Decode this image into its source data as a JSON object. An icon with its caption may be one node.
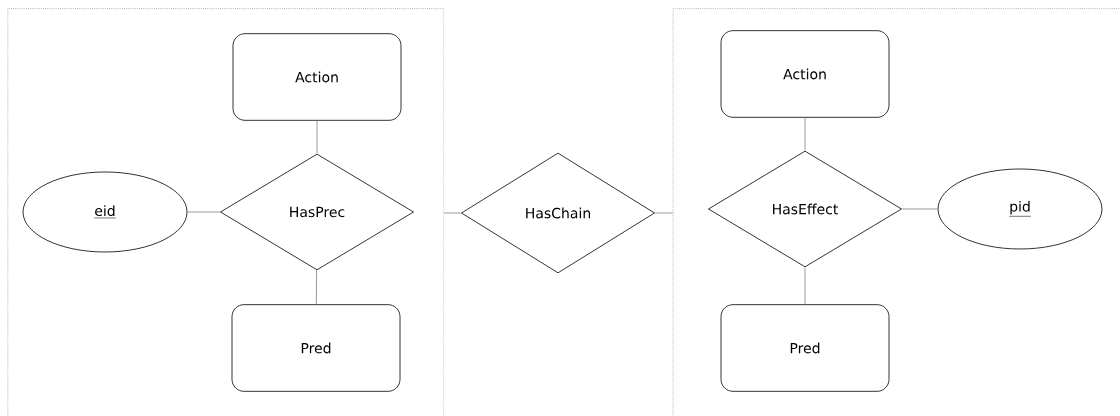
{
  "diagram": {
    "nodes": [
      {
        "text": [],
        "shape": "box"
      },
      {
        "text": [
          "Action"
        ],
        "in": 0
      },
      {
        "text": [
          "eid"
        ],
        "in": 0
      },
      {
        "text": [
          "HasPrec"
        ],
        "in": 0
      },
      {
        "text": [
          "Pred"
        ],
        "in": 0
      },
      {
        "text": [
          "HasChain"
        ]
      },
      {
        "text": [],
        "shape": "box"
      },
      {
        "text": [
          "Action"
        ],
        "in": 6
      },
      {
        "text": [
          "HasEffect"
        ],
        "in": 6
      },
      {
        "text": [
          "pid"
        ],
        "in": 6
      },
      {
        "text": [
          "Pred"
        ],
        "in": 6
      }
    ],
    "edges": [
      {
        "from": 1,
        "to": 3,
        "arrow": "none"
      },
      {
        "from": 2,
        "to": 3,
        "arrow": "none"
      },
      {
        "from": 3,
        "to": 4,
        "arrow": "none"
      },
      {
        "from": 0,
        "to": 5,
        "arrow": "none"
      },
      {
        "from": 5,
        "to": 6,
        "arrow": "none"
      },
      {
        "from": 7,
        "to": 8,
        "arrow": "none"
      },
      {
        "from": 8,
        "to": 9,
        "arrow": "none"
      },
      {
        "from": 8,
        "to": 10,
        "arrow": "none"
      }
    ]
  }
}
